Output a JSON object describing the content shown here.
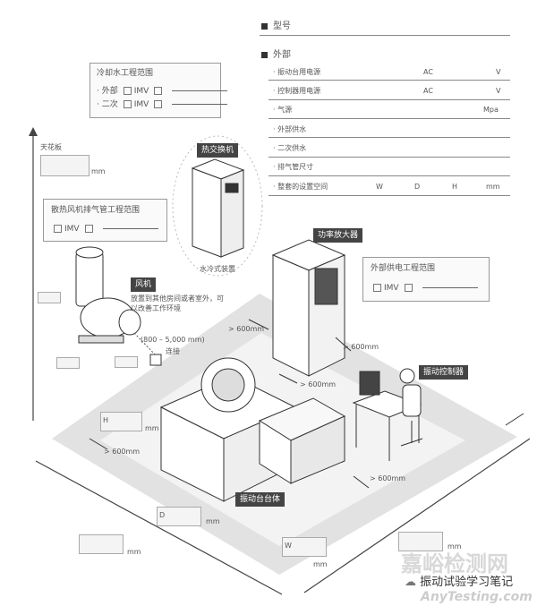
{
  "spec": {
    "model_title": "型号",
    "external_title": "外部",
    "rows": [
      {
        "label": "振动台用电源",
        "mid": "AC",
        "unit": "V"
      },
      {
        "label": "控制器用电源",
        "mid": "AC",
        "unit": "V"
      },
      {
        "label": "气源",
        "mid": "",
        "unit": "Mpa"
      },
      {
        "label": "外部供水",
        "mid": "",
        "unit": ""
      },
      {
        "label": "二次供水",
        "mid": "",
        "unit": ""
      },
      {
        "label": "排气管尺寸",
        "mid": "",
        "unit": ""
      },
      {
        "label": "整套的设置空间",
        "w": "W",
        "d": "D",
        "h": "H",
        "unit": "mm"
      }
    ]
  },
  "cooling_panel": {
    "title": "冷却水工程范围",
    "rows": [
      {
        "label": "外部",
        "opt1": "IMV"
      },
      {
        "label": "二次",
        "opt1": "IMV"
      }
    ]
  },
  "ceiling": {
    "label": "天花板",
    "unit": "mm"
  },
  "fan_panel": {
    "title": "散热风机排气管工程范围",
    "opt1": "IMV"
  },
  "power_panel": {
    "title": "外部供电工程范围",
    "opt1": "IMV"
  },
  "labels": {
    "heat_exchanger": "热交换机",
    "water_cooled": "水冷式装置",
    "power_amp": "功率放大器",
    "fan": "风机",
    "fan_note_1": "放置到其他房间或者室外，可",
    "fan_note_2": "以改善工作环境",
    "connect_range": "(800 – 5,000 mm)",
    "connect": "连接",
    "controller": "振动控制器",
    "shaker_body": "振动台台体",
    "clearance": [
      "> 600mm",
      "> 600mm",
      "> 600mm",
      "> 600mm",
      "> 600mm"
    ],
    "H": "H",
    "D": "D",
    "W": "W",
    "mm": "mm"
  },
  "watermark": {
    "main": "嘉峪检测网",
    "sub": "振动试验学习笔记",
    "url": "AnyTesting.com"
  }
}
